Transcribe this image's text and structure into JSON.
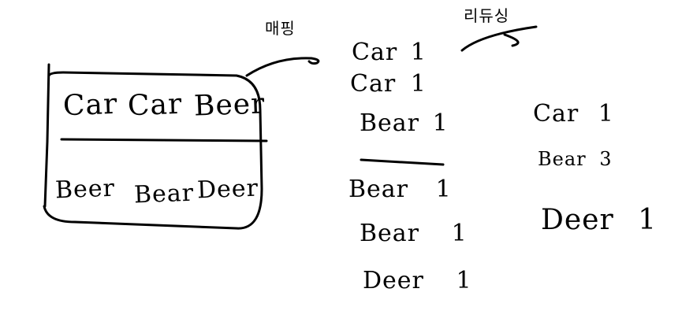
{
  "colors": {
    "ink": "#000000",
    "background": "#ffffff"
  },
  "box": {
    "top_row": [
      "Car",
      "Car",
      "Beer"
    ],
    "bottom_row": [
      "Beer",
      "Bear",
      "Deer"
    ]
  },
  "arrow_label": "매핑",
  "mapped_list": {
    "upper": [
      {
        "word": "Car",
        "count": "1"
      },
      {
        "word": "Car",
        "count": "1"
      },
      {
        "word": "Bear",
        "count": "1"
      }
    ],
    "lower": [
      {
        "word": "Bear",
        "count": "1"
      },
      {
        "word": "Bear",
        "count": "1"
      },
      {
        "word": "Deer",
        "count": "1"
      }
    ]
  },
  "reduce_label": "리듀싱",
  "reduced_list": [
    {
      "word": "Car",
      "count": "1"
    },
    {
      "word": "Bear",
      "count": "3"
    },
    {
      "word": "Deer",
      "count": "1"
    }
  ]
}
